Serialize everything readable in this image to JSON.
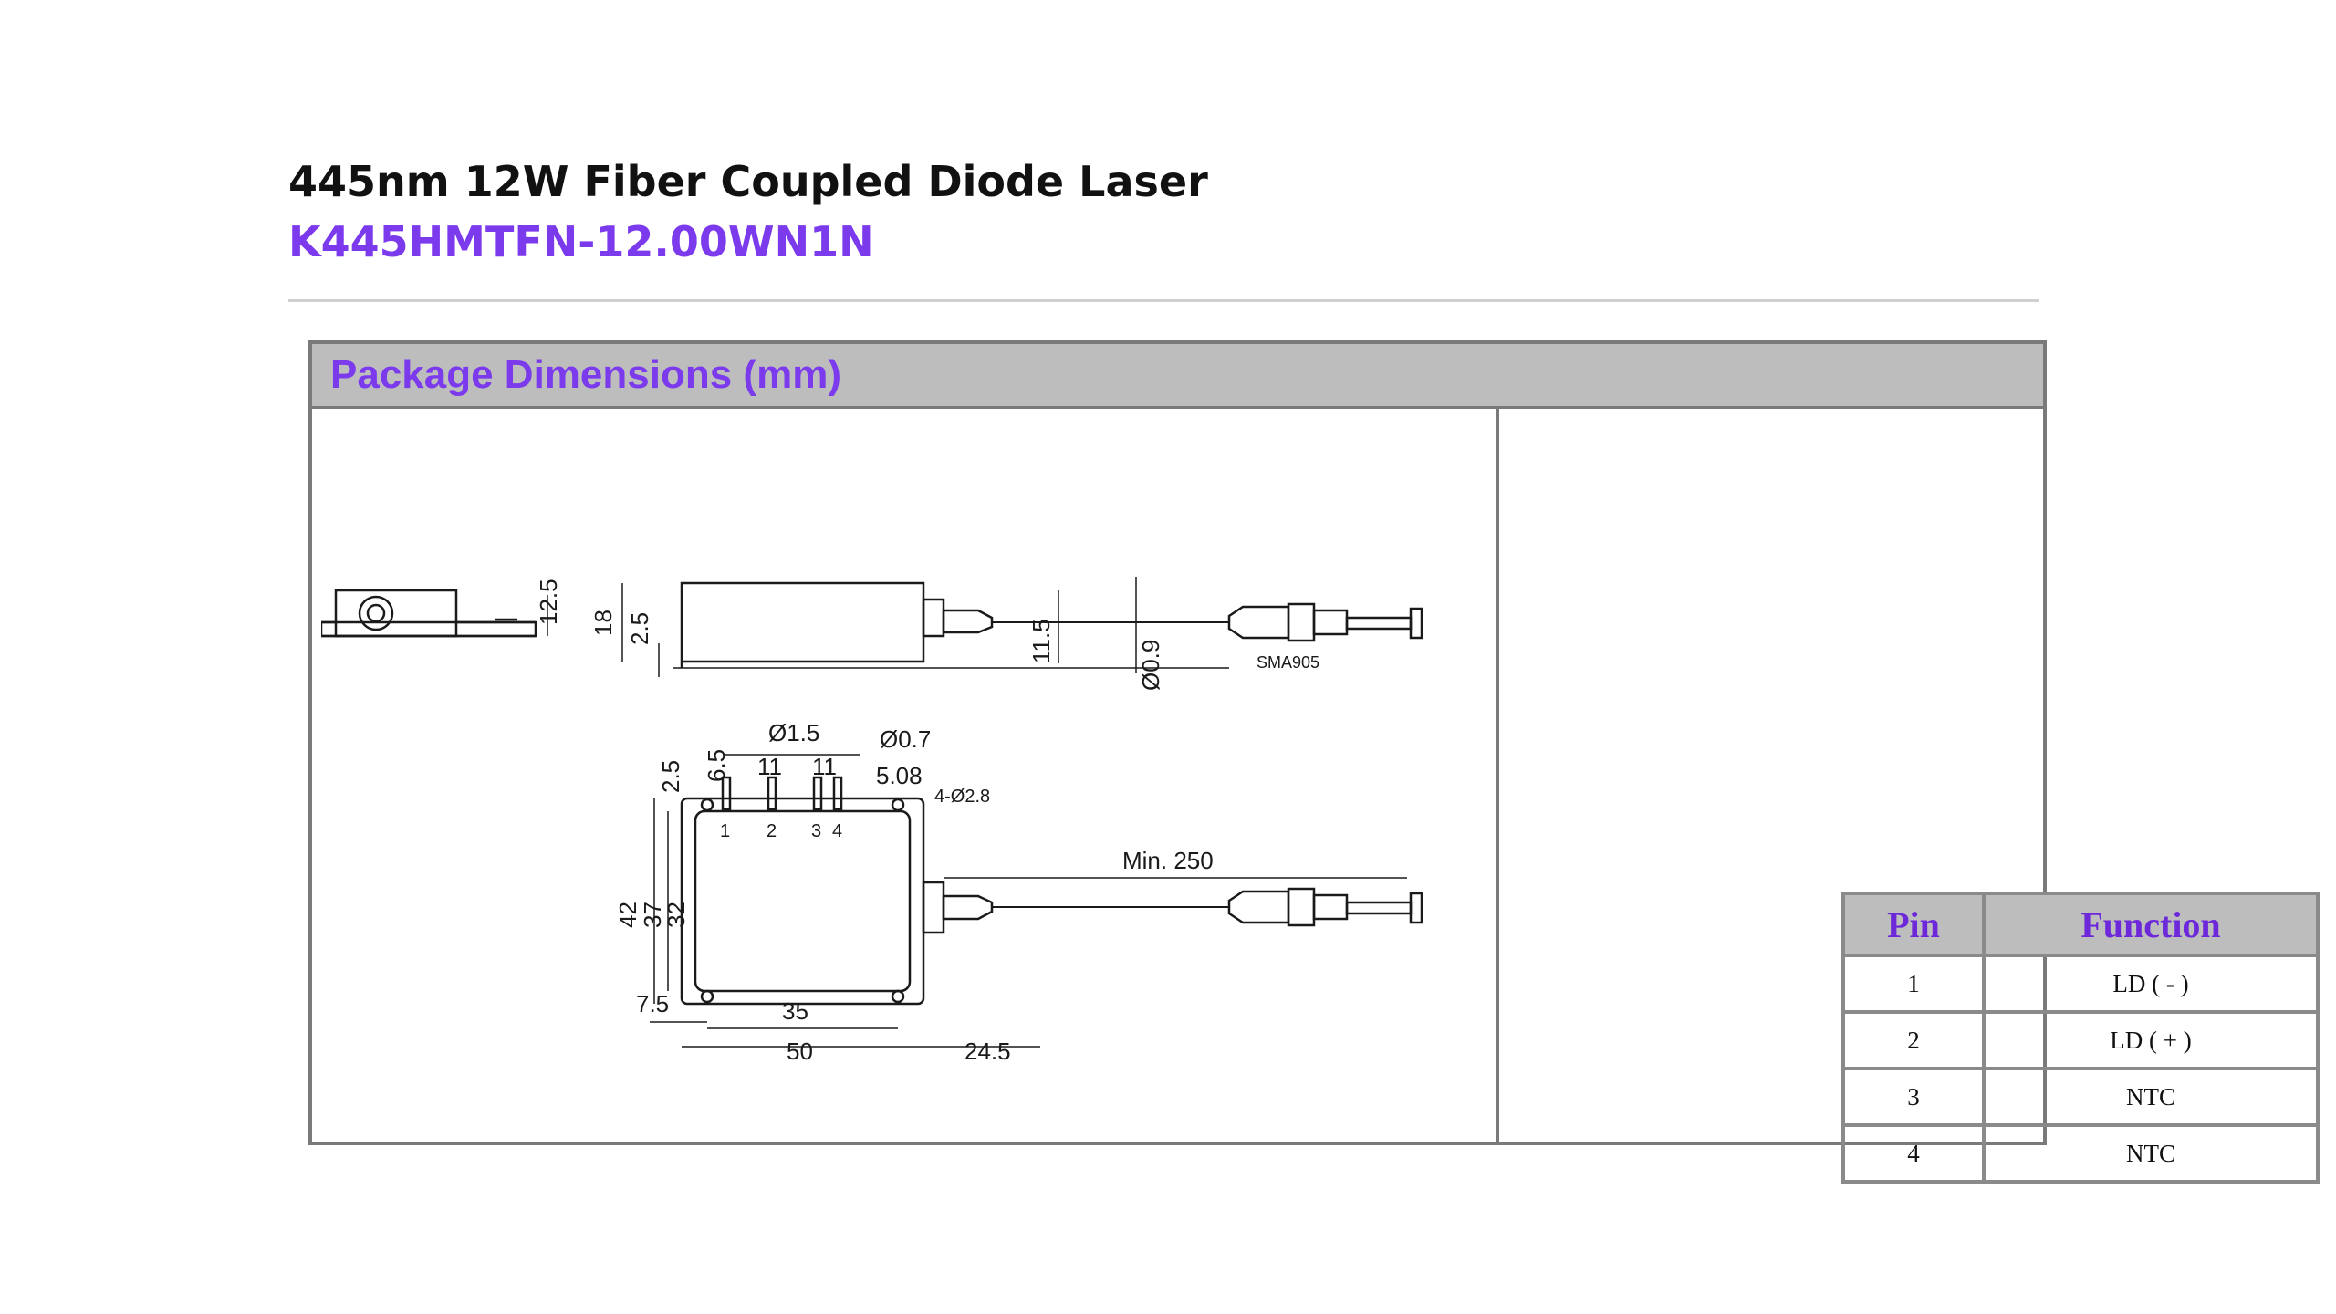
{
  "header": {
    "title": "445nm 12W Fiber Coupled Diode Laser",
    "model": "K445HMTFN-12.00WN1N"
  },
  "panel": {
    "title": "Package Dimensions (mm)"
  },
  "drawing": {
    "dimensions": {
      "side_height": "12.5",
      "body_height": "18",
      "step_height": "2.5",
      "fiber_offset": "11.5",
      "fiber_diameter": "Ø0.9",
      "connector": "SMA905",
      "pin_diameter": "Ø1.5",
      "pin_diameter_small": "Ø0.7",
      "pin_offset": "6.5",
      "top_step": "2.5",
      "pin_pitch_1": "11",
      "pin_pitch_2": "11",
      "pin_pitch_3": "5.08",
      "mount_holes": "4-Ø2.8",
      "fiber_length": "Min. 250",
      "width_outer": "42",
      "width_mid": "37",
      "width_inner": "32",
      "edge_offset": "7.5",
      "hole_spacing": "35",
      "length": "50",
      "boot_length": "24.5"
    },
    "pin_numbers": [
      "1",
      "2",
      "3",
      "4"
    ]
  },
  "pin_table": {
    "headers": {
      "pin": "Pin",
      "function": "Function"
    },
    "rows": [
      {
        "pin": "1",
        "function": "LD ( - )"
      },
      {
        "pin": "2",
        "function": "LD ( + )"
      },
      {
        "pin": "3",
        "function": "NTC"
      },
      {
        "pin": "4",
        "function": "NTC"
      }
    ]
  }
}
